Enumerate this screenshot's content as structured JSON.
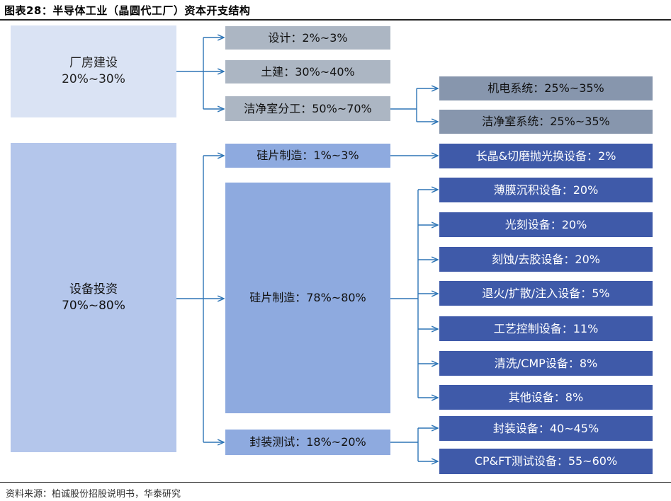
{
  "title": "图表28：半导体工业（晶圆代工厂）资本开支结构",
  "source": "资料来源：柏诚股份招股说明书，华泰研究",
  "colors": {
    "light_blue": "#dae3f4",
    "grey": "#acb6c3",
    "slate": "#8796ad",
    "mid_blue": "#b4c6eb",
    "blue": "#8eaadf",
    "navy": "#3f5aa9",
    "connector": "#2e75b6"
  },
  "level1": {
    "factory": {
      "name": "厂房建设",
      "share": "20%~30%"
    },
    "equipment": {
      "name": "设备投资",
      "share": "70%~80%"
    }
  },
  "level2": {
    "design": "设计：2%~3%",
    "civil": "土建：30%~40%",
    "cleanroom_sub": "洁净室分工：50%~70%",
    "wafer_mfg_small": "硅片制造：1%~3%",
    "wafer_process": "硅片制造：78%~80%",
    "packaging_test": "封装测试：18%~20%"
  },
  "level3": {
    "mep": "机电系统：25%~35%",
    "cleanroom_sys": "洁净室系统：25%~35%",
    "crystal": "长晶&切磨抛光换设备：2%",
    "deposition": "薄膜沉积设备：20%",
    "lithography": "光刻设备：20%",
    "etch": "刻蚀/去胶设备：20%",
    "anneal": "退火/扩散/注入设备：5%",
    "process_control": "工艺控制设备：11%",
    "clean": "清洗/CMP设备：8%",
    "other": "其他设备：8%",
    "pkg_equip": "封装设备：40~45%",
    "test_equip": "CP&FT测试设备：55~60%"
  }
}
